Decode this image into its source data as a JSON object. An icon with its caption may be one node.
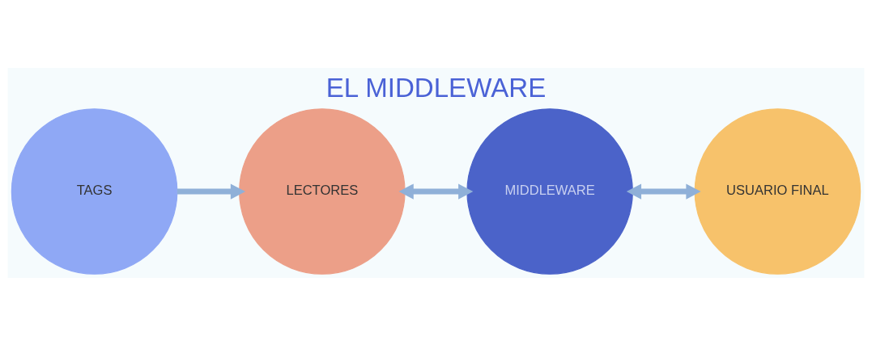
{
  "diagram": {
    "title": "EL MIDDLEWARE",
    "nodes": [
      {
        "text": [
          "TAGS"
        ]
      },
      {
        "text": [
          "LECTORES"
        ]
      },
      {
        "text": [
          "MIDDLEWARE"
        ]
      },
      {
        "text": [
          "USUARIO FINAL"
        ]
      }
    ],
    "edges": [
      {
        "from": 0,
        "to": 1,
        "arrow": "to"
      },
      {
        "from": 1,
        "to": 2,
        "arrow": "both"
      },
      {
        "from": 2,
        "to": 3,
        "arrow": "both"
      }
    ]
  }
}
